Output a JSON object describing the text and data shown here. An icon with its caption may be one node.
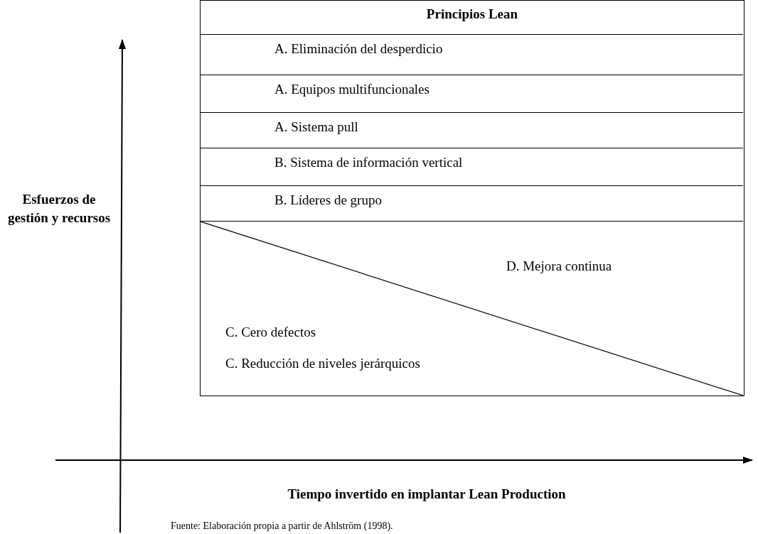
{
  "diagram": {
    "caption": "Fuente: Elaboración propia a partir de Ahlström (1998).",
    "nodes": [
      {
        "text": [
          "Principios Lean"
        ]
      },
      {
        "text": [
          "A. Eliminación del desperdicio"
        ],
        "in": 0
      },
      {
        "text": [
          "A. Equipos multifuncionales"
        ],
        "in": 0
      },
      {
        "text": [
          "A. Sistema pull"
        ],
        "in": 0
      },
      {
        "text": [
          "B. Sistema de información vertical"
        ],
        "in": 0
      },
      {
        "text": [
          "B. Líderes de grupo"
        ],
        "in": 0
      },
      {
        "text": [
          "D. Mejora continua",
          "C. Cero defectos",
          "C. Reducción de niveles jerárquicos"
        ],
        "in": 0
      }
    ],
    "labels": [
      "Esfuerzos de gestión y recursos",
      "Tiempo invertido en implantar Lean Production"
    ]
  }
}
